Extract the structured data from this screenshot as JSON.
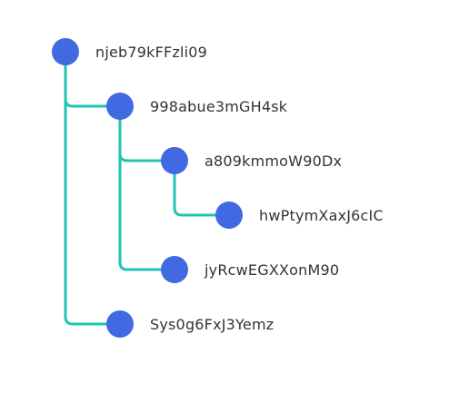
{
  "colors": {
    "node": "#4169e1",
    "edge": "#20c4b4",
    "text": "#333333"
  },
  "tree": {
    "label": "njeb79kFFzli09",
    "children": [
      {
        "label": "998abue3mGH4sk",
        "children": [
          {
            "label": "a809kmmoW90Dx",
            "children": [
              {
                "label": "hwPtymXaxJ6cIC",
                "children": []
              }
            ]
          },
          {
            "label": "jyRcwEGXXonM90",
            "children": []
          }
        ]
      },
      {
        "label": "Sys0g6FxJ3Yemz",
        "children": []
      }
    ]
  }
}
